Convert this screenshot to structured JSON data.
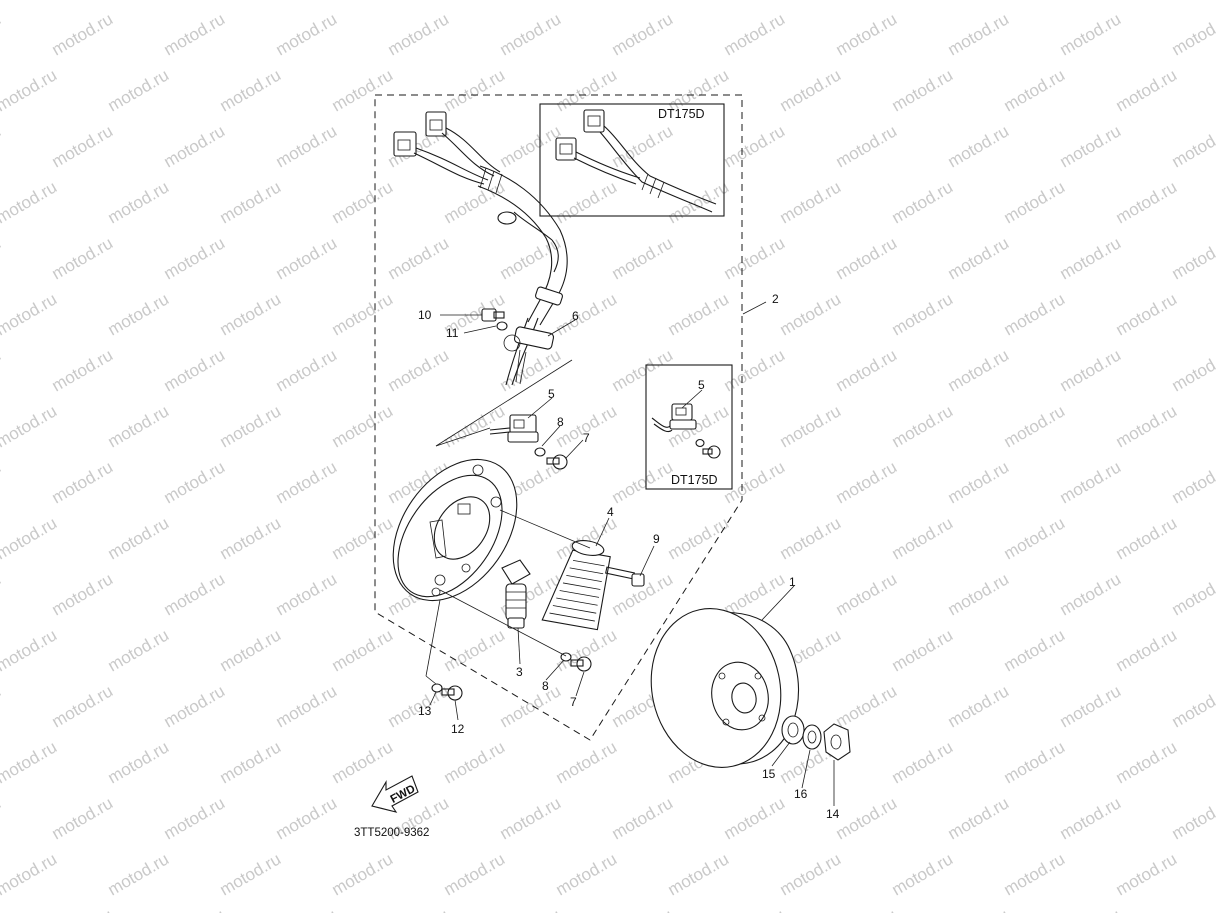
{
  "watermark": "motod.ru",
  "variant_label": "DT175D",
  "drawing_code": "3TT5200-9362",
  "fwd_label": "FWD",
  "callouts": {
    "c1": "1",
    "c2": "2",
    "c3": "3",
    "c4": "4",
    "c5a": "5",
    "c5b": "5",
    "c6": "6",
    "c7a": "7",
    "c7b": "7",
    "c8a": "8",
    "c8b": "8",
    "c9": "9",
    "c10": "10",
    "c11": "11",
    "c12": "12",
    "c13": "13",
    "c14": "14",
    "c15": "15",
    "c16": "16"
  }
}
